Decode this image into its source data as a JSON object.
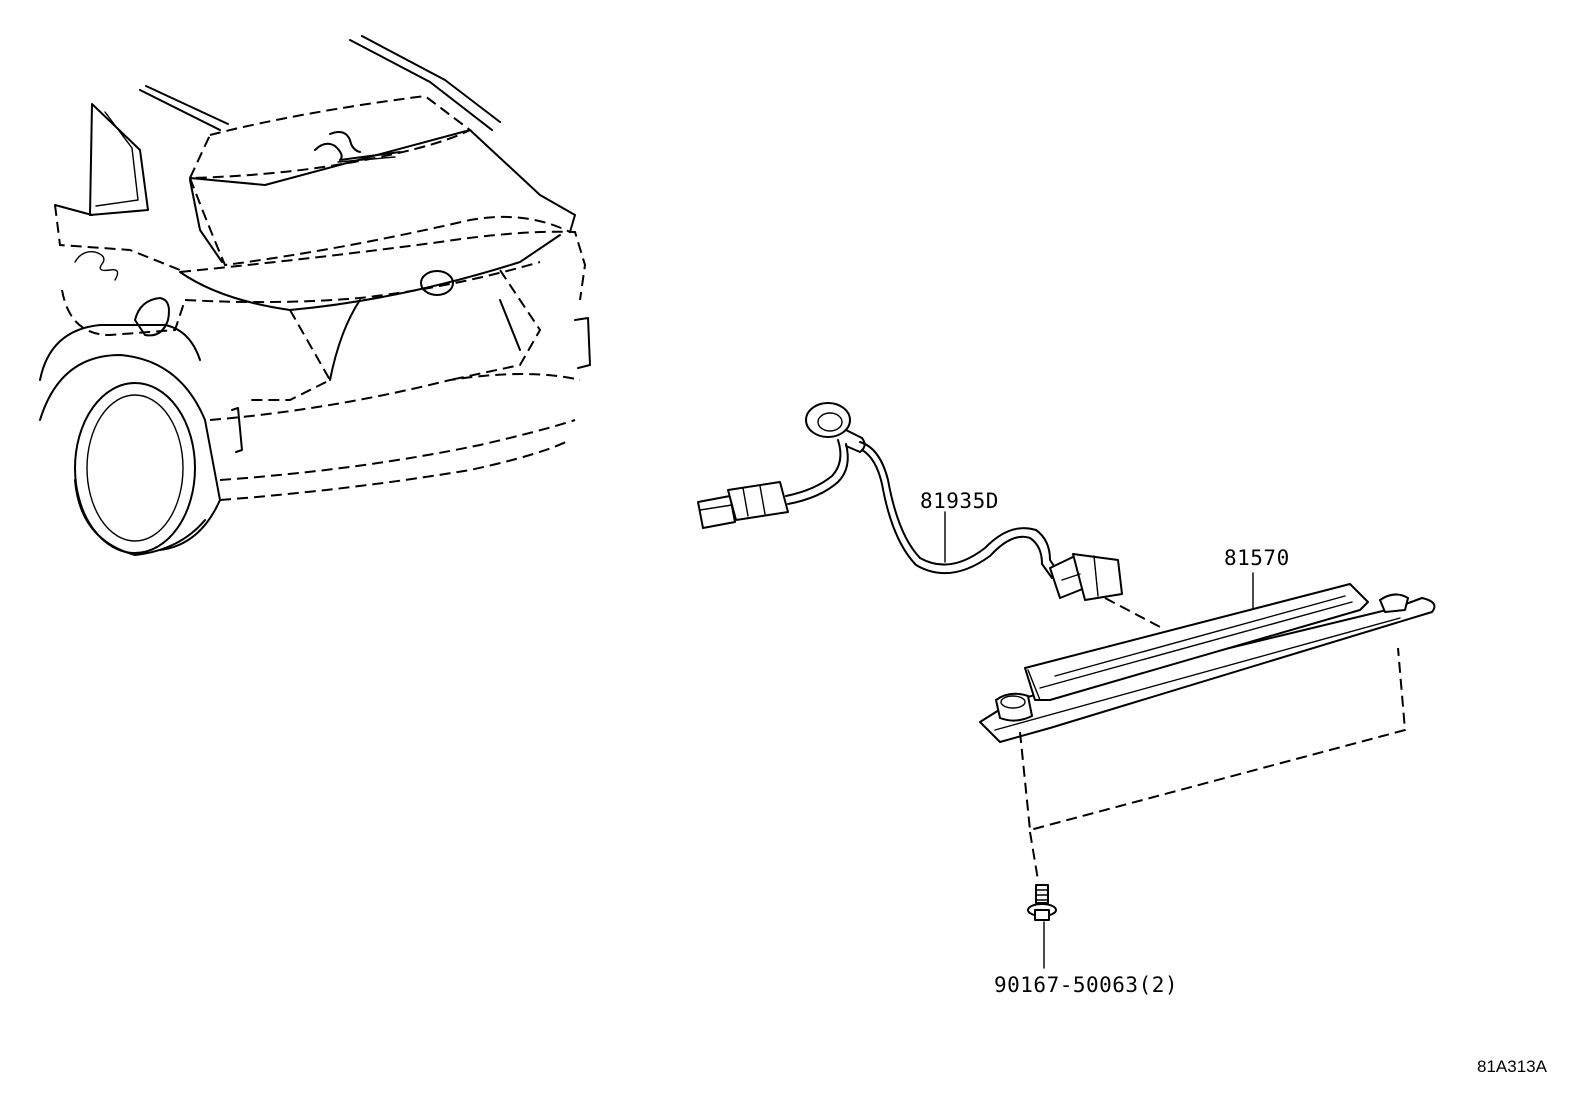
{
  "diagram": {
    "callouts": [
      {
        "id": "wire",
        "label": "81935D"
      },
      {
        "id": "lamp",
        "label": "81570"
      },
      {
        "id": "bolt",
        "label": "90167-50063(2)"
      }
    ],
    "illustration_code": "81A313A"
  }
}
